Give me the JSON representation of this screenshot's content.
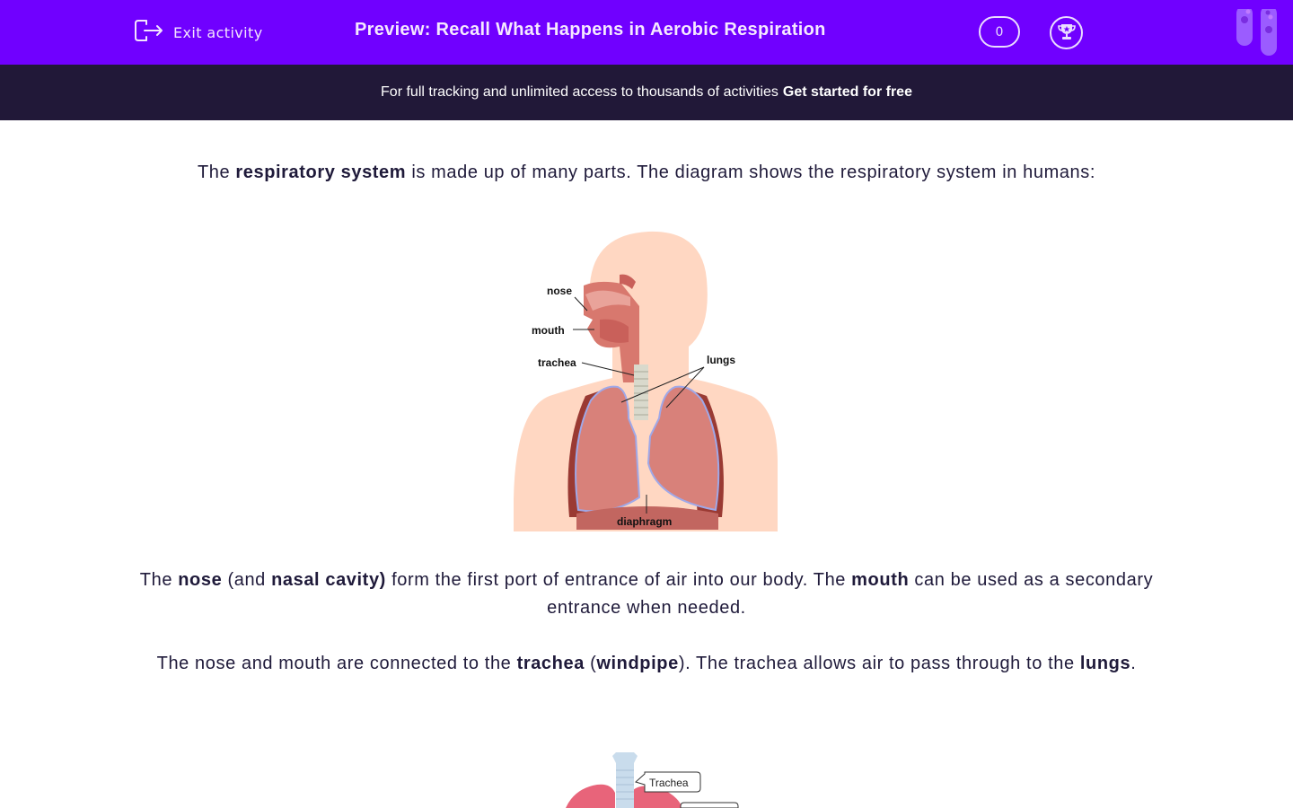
{
  "header": {
    "exit_label": "Exit activity",
    "exit_icon": "exit-icon",
    "title": "Preview: Recall What Happens in Aerobic Respiration",
    "score": "0",
    "trophy_icon": "trophy-icon",
    "logo_icon": "test-tubes-icon",
    "colors": {
      "header_bg": "#7000ff",
      "banner_bg": "#211838",
      "text": "#1f1a3a"
    }
  },
  "banner": {
    "text": "For full tracking and unlimited access to thousands of activities",
    "cta": "Get started for free"
  },
  "content": {
    "p1": {
      "a": "The ",
      "b1": "respiratory system",
      "c": " is made up of many parts. The diagram shows the respiratory system in humans:"
    },
    "diagram1": {
      "labels": {
        "nose": "nose",
        "mouth": "mouth",
        "trachea": "trachea",
        "lungs": "lungs",
        "diaphragm": "diaphragm"
      }
    },
    "p2": {
      "a": "The ",
      "b1": "nose",
      "c": " (and ",
      "b2": "nasal cavity)",
      "d": " form the first port of entrance of air into our body. The ",
      "b3": "mouth",
      "e": " can be used as a secondary entrance when needed."
    },
    "p3": {
      "a": "The nose and mouth are connected to the ",
      "b1": "trachea",
      "c": " (",
      "b2": "windpipe",
      "d": "). The trachea allows air to pass through to the ",
      "b3": "lungs",
      "e": "."
    },
    "diagram2": {
      "labels": {
        "trachea": "Trachea"
      }
    }
  }
}
